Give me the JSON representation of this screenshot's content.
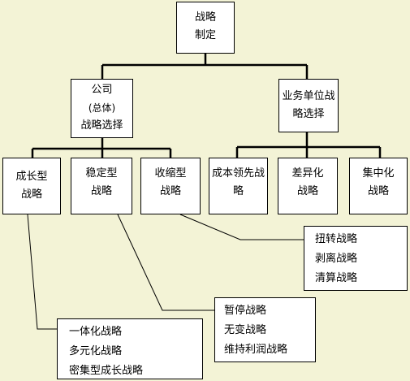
{
  "root": {
    "lines": [
      "战略",
      "制定"
    ]
  },
  "corporate": {
    "lines": [
      "公司",
      "(总体)",
      "战略选择"
    ]
  },
  "business": {
    "lines": [
      "业务单位战",
      "略选择"
    ]
  },
  "corporate_children": [
    {
      "lines": [
        "成长型",
        "战略"
      ]
    },
    {
      "lines": [
        "稳定型",
        "战略"
      ]
    },
    {
      "lines": [
        "收缩型",
        "战略"
      ]
    }
  ],
  "business_children": [
    {
      "lines": [
        "成本领先战",
        "略"
      ]
    },
    {
      "lines": [
        "差异化",
        "战略"
      ]
    },
    {
      "lines": [
        "集中化",
        "战略"
      ]
    }
  ],
  "lists": {
    "contraction": [
      "扭转战略",
      "剥离战略",
      "清算战略"
    ],
    "stability": [
      "暂停战略",
      "无变战略",
      "维持利润战略"
    ],
    "growth": [
      "一体化战略",
      "多元化战略",
      "密集型成长战略"
    ]
  }
}
